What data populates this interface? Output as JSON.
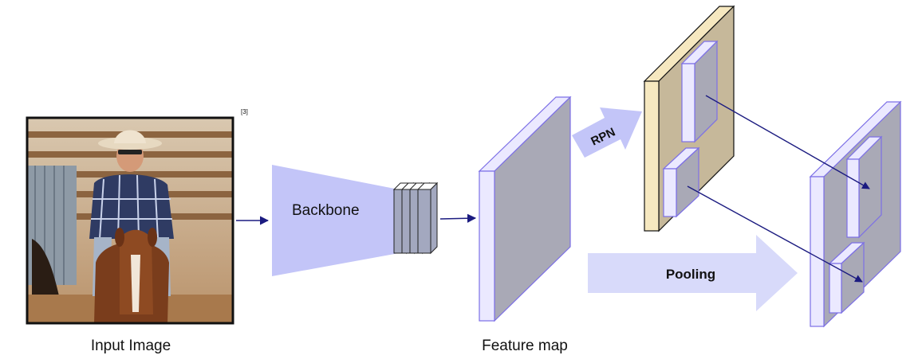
{
  "labels": {
    "citation": "[3]",
    "input_image": "Input Image",
    "backbone": "Backbone",
    "feature_map": "Feature map",
    "rpn": "RPN",
    "pooling": "Pooling"
  },
  "colors": {
    "block_face": "#ebe9ff",
    "block_side": "#a9a9b6",
    "block_edge": "#7c6fe6",
    "funnel": "#c3c5f8",
    "arrow_light": "#d8dafa",
    "proposal_face": "#c6b89a",
    "proposal_side": "#f6e8c0",
    "connector": "#1b1b80",
    "mini_map": "#a3a8bf"
  }
}
